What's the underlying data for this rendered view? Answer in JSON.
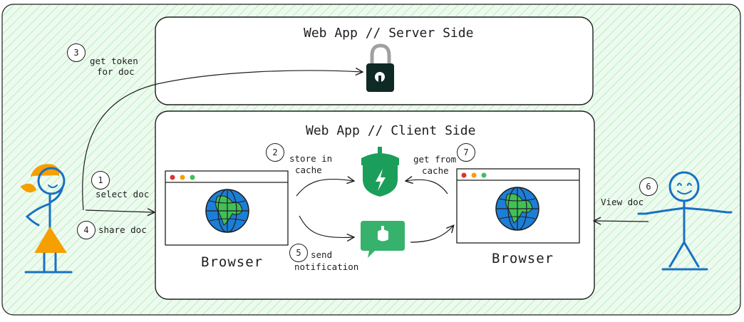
{
  "server_box": {
    "title": "Web App // Server Side"
  },
  "client_box": {
    "title": "Web App // Client Side"
  },
  "browsers": [
    {
      "label": "Browser"
    },
    {
      "label": "Browser"
    }
  ],
  "steps": [
    {
      "number": "1",
      "label": "select doc"
    },
    {
      "number": "2",
      "label_line1": "store in",
      "label_line2": "cache"
    },
    {
      "number": "3",
      "label_line1": "get token",
      "label_line2": "for doc"
    },
    {
      "number": "4",
      "label": "share doc"
    },
    {
      "number": "5",
      "label_line1": "send",
      "label_line2": "notification"
    },
    {
      "number": "6",
      "label": "View doc"
    },
    {
      "number": "7",
      "label_line1": "get from",
      "label_line2": "cache"
    }
  ],
  "colors": {
    "background_hatch": "#b2f2bb",
    "sender_hair": "#f59f00",
    "sender_dress": "#f59f00",
    "sender_outline": "#1971c2",
    "receiver_outline": "#1971c2",
    "lock_body": "#0f2a25",
    "service_worker": "#1b9e5a",
    "notification": "#37b26c",
    "globe_ocean": "#1c7ed6",
    "globe_land": "#40c057",
    "dot_red": "#e03131",
    "dot_yellow": "#f59f00",
    "dot_green": "#40c057"
  },
  "icons": [
    "lock-icon",
    "service-worker-icon",
    "notification-icon",
    "globe-icon"
  ]
}
